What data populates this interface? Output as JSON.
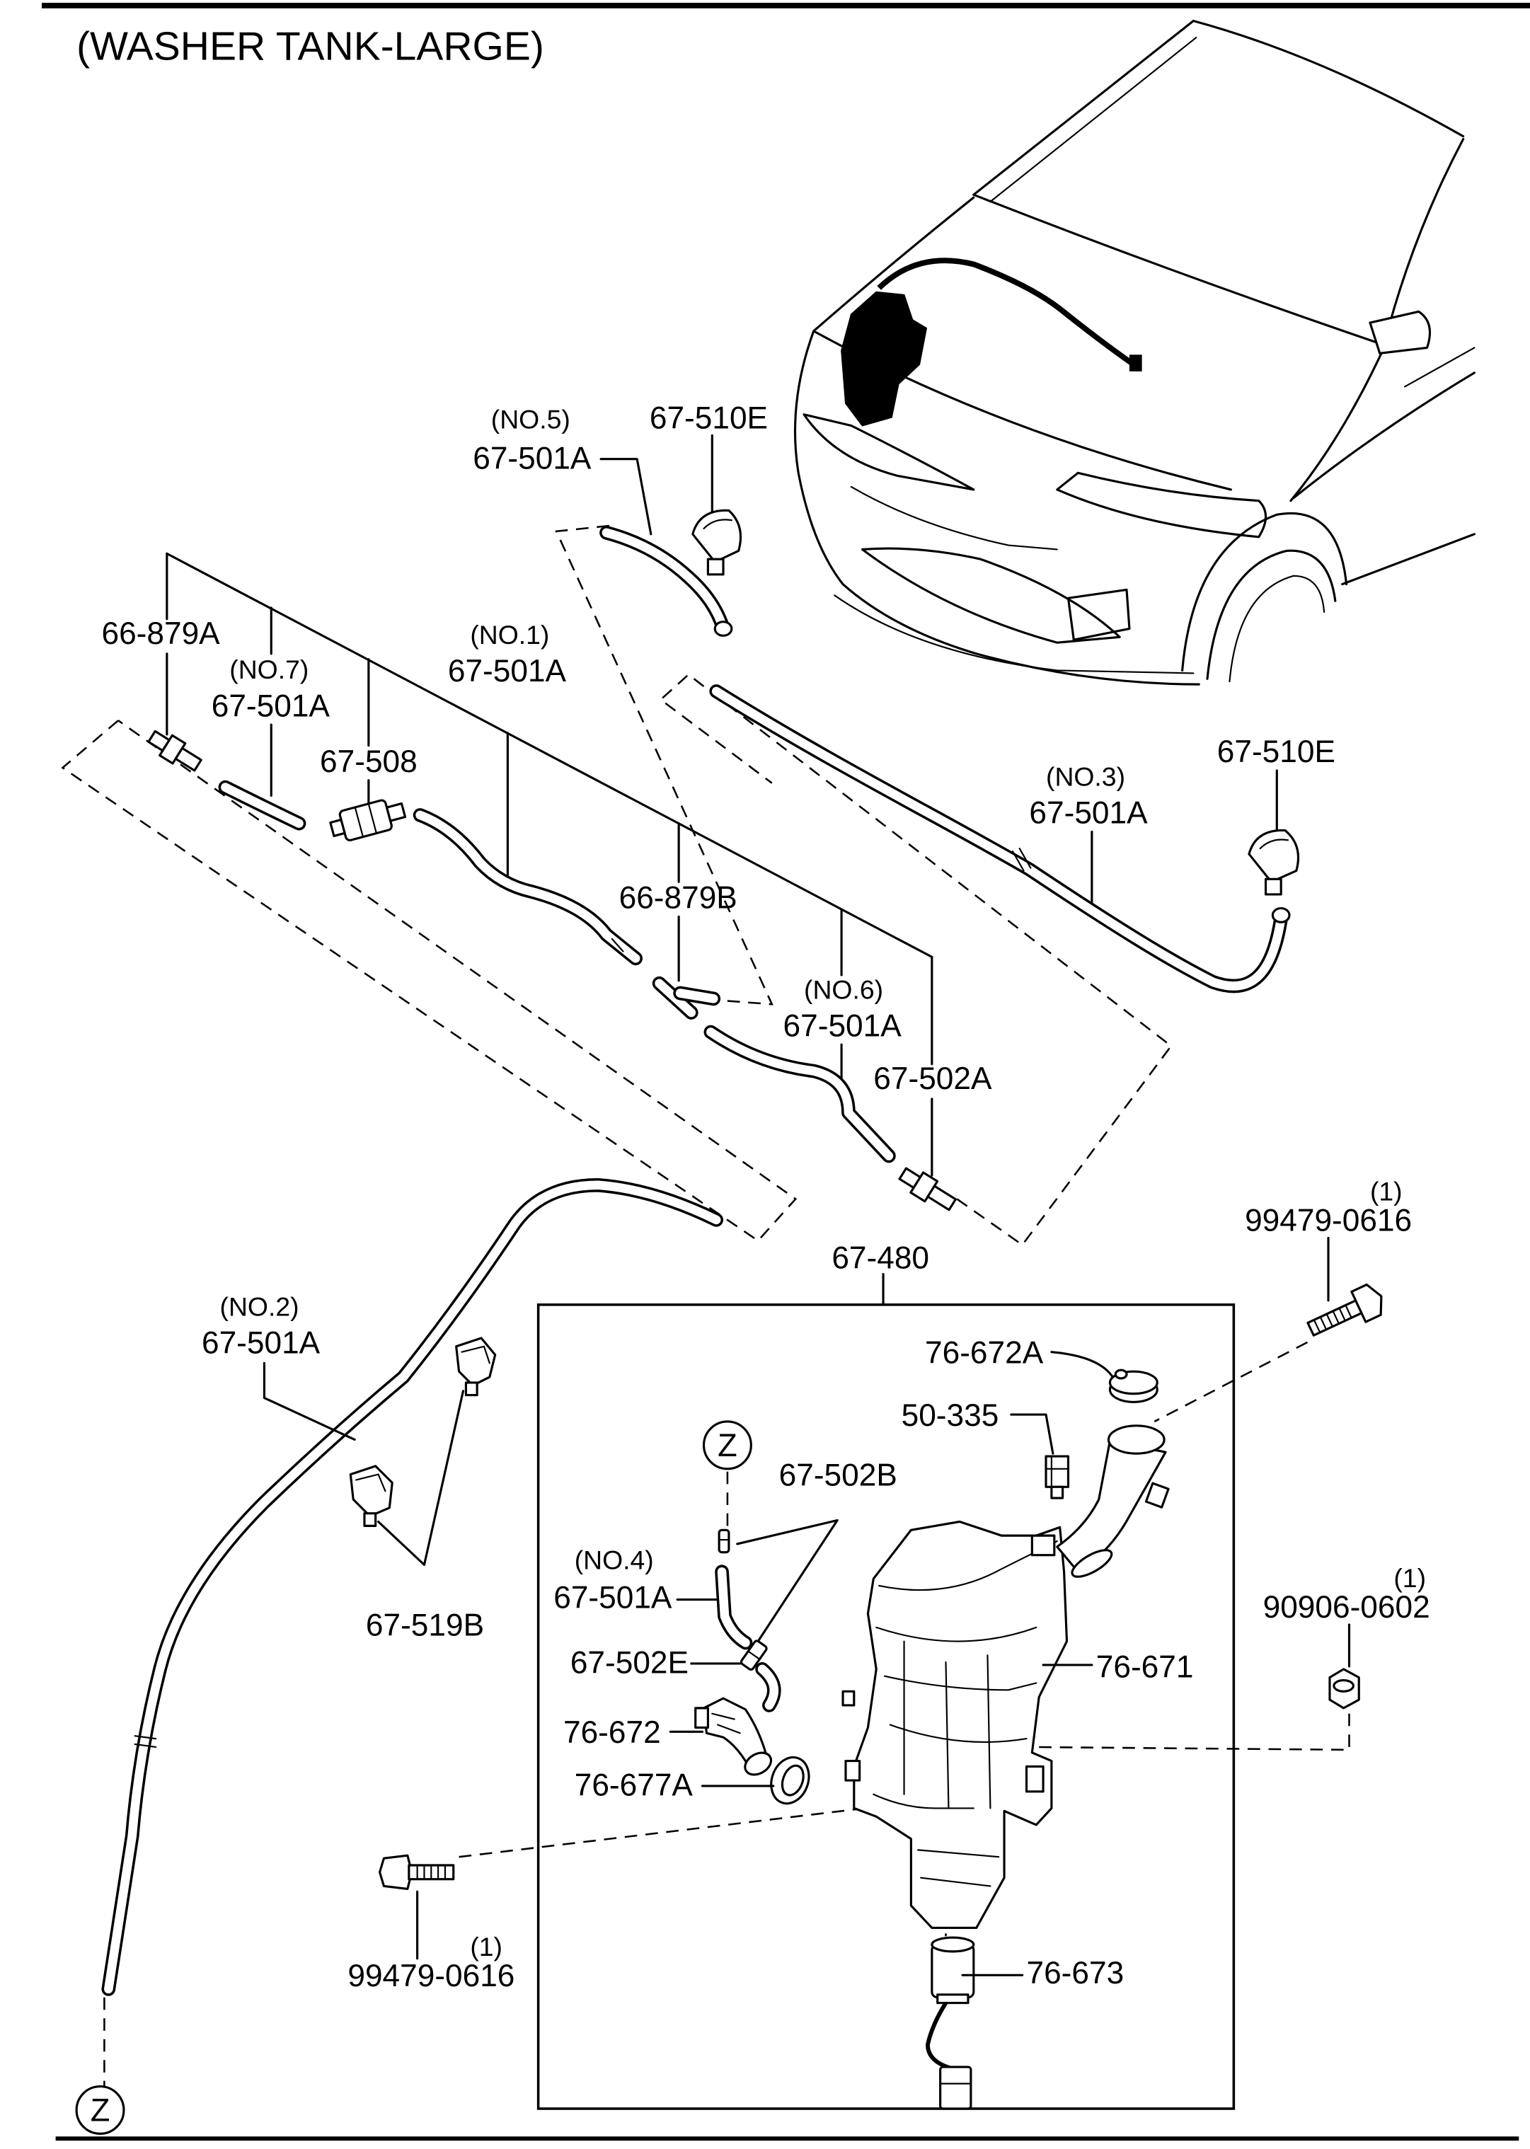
{
  "title": "(WASHER TANK-LARGE)",
  "labels": {
    "no5": "(NO.5)",
    "hose_no5": "67-501A",
    "nozzle_top": "67-510E",
    "connector_a": "66-879A",
    "no7": "(NO.7)",
    "hose_no7": "67-501A",
    "no1": "(NO.1)",
    "hose_no1": "67-501A",
    "check_valve": "67-508",
    "no3": "(NO.3)",
    "hose_no3": "67-501A",
    "nozzle_right": "67-510E",
    "connector_b": "66-879B",
    "no6": "(NO.6)",
    "hose_no6": "67-501A",
    "joint_a": "67-502A",
    "tank_assy": "67-480",
    "bolt_top_qty": "(1)",
    "bolt_top": "99479-0616",
    "no2": "(NO.2)",
    "hose_no2": "67-501A",
    "cap": "76-672A",
    "clip": "50-335",
    "ref_z_top": "Z",
    "joint_b": "67-502B",
    "no4": "(NO.4)",
    "hose_no4": "67-501A",
    "clamp": "67-519B",
    "nut_qty": "(1)",
    "nut": "90906-0602",
    "tank": "76-671",
    "joint_e": "67-502E",
    "pump_elbow": "76-672",
    "grommet": "76-677A",
    "pump": "76-673",
    "bolt_bottom_qty": "(1)",
    "bolt_bottom": "99479-0616",
    "ref_z_bottom": "Z"
  }
}
